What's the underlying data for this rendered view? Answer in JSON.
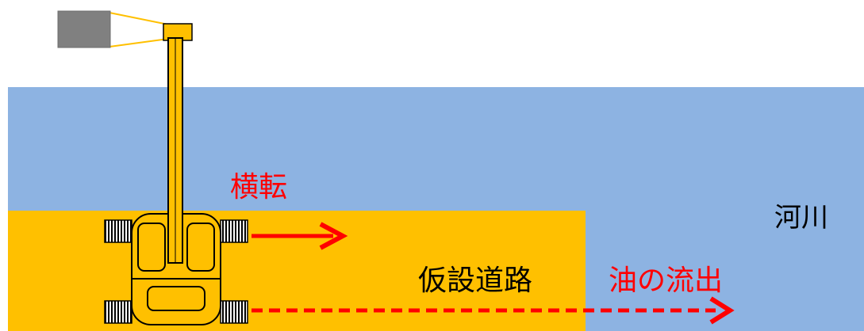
{
  "labels": {
    "overturn": "横転",
    "river": "河川",
    "temporary_road": "仮設道路",
    "oil_outflow": "油の流出"
  },
  "colors": {
    "river": "#8db3e2",
    "road": "#ffc000",
    "machine_outline": "#000000",
    "arrow": "#ff0000",
    "camera": "#808080",
    "sight_line": "#ffc000"
  },
  "icons": {
    "camera": "surveillance-camera-icon",
    "machine": "excavator-top-view-icon"
  }
}
